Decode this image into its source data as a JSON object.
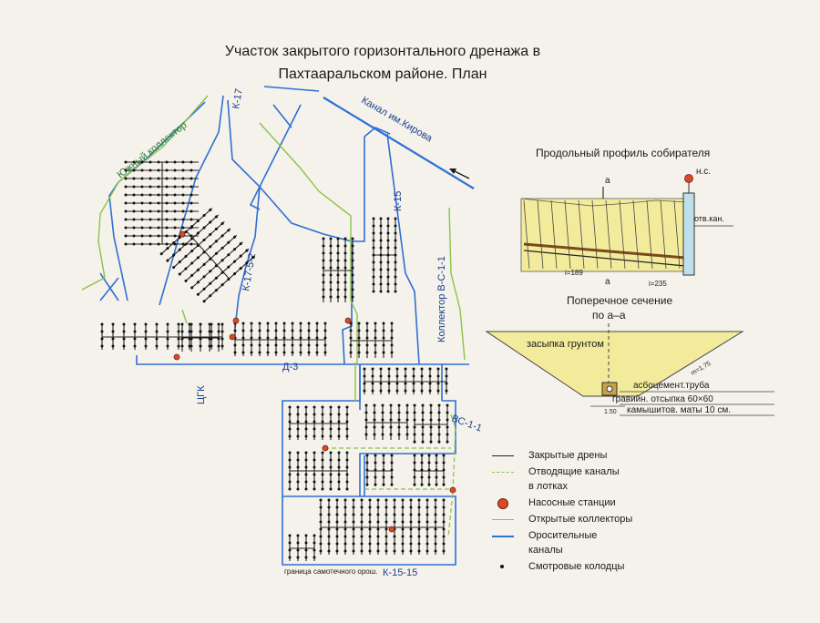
{
  "title": {
    "line1": "Участок закрытого горизонтального дренажа в",
    "line2": "Пахтааральском районе. План"
  },
  "labels": {
    "south_collector": "Южный коллектор",
    "k17": "К-17",
    "canal_kirov": "Канал им.Кирова",
    "k15": "К-15",
    "k17_5_2": "К-17-5-2",
    "collector_vs11": "Коллектор В-С-1-1",
    "tsgk": "ЦГК",
    "d3": "Д-3",
    "vs11": "ВС-1-1",
    "k15_15": "К-15-15",
    "boundary": "граница самотечного орош."
  },
  "profile": {
    "title": "Продольный профиль собирателя",
    "ns": "н.с.",
    "a_top": "а",
    "a_bottom": "а",
    "otv_kan": "отв.кан.",
    "i1": "i=189",
    "i2": "i=235"
  },
  "section": {
    "title_line1": "Поперечное сечение",
    "title_line2": "по а–а",
    "fill": "засыпка грунтом",
    "slope": "m=1.75",
    "pipe": "асбоцемент.труба",
    "gravel": "гравийн. отсыпка 60×60",
    "mats": "камышитов. маты 10 см.",
    "dim": "1.50"
  },
  "legend": [
    {
      "label": "Закрытые дрены",
      "symbol": "solid-black"
    },
    {
      "label": "Отводящие каналы",
      "label2": "в лотках",
      "symbol": "dashed-green"
    },
    {
      "label": "Насосные станции",
      "symbol": "red-circle"
    },
    {
      "label": "Открытые коллекторы",
      "symbol": "solid-green"
    },
    {
      "label": "Оросительные",
      "label2": "каналы",
      "symbol": "solid-blue"
    },
    {
      "label": "Смотровые колодцы",
      "symbol": "black-dot"
    }
  ],
  "colors": {
    "irrigation_canal": "#2f6fd6",
    "open_collector": "#8bc34a",
    "drain": "#222222",
    "pump": "#d84a2a",
    "fill_yellow": "#f3eb9c"
  }
}
